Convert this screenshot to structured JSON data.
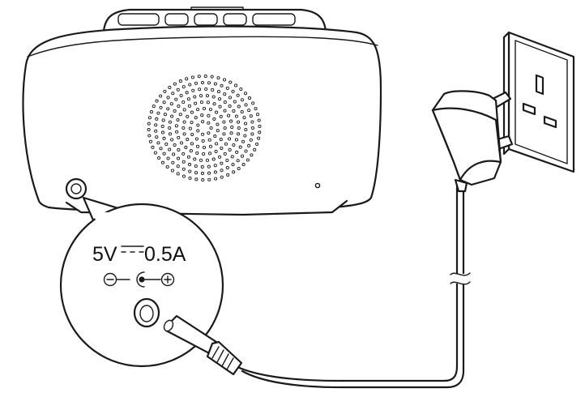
{
  "callout": {
    "voltage": "5V",
    "current": "0.5A"
  },
  "icons": [
    "radio-device",
    "speaker-grille",
    "dc-power-jack",
    "dc-polarity-symbol",
    "plug-adapter",
    "wall-socket",
    "power-cable",
    "barrel-plug"
  ],
  "colors": {
    "line": "#1a1a1a",
    "background": "#ffffff"
  }
}
